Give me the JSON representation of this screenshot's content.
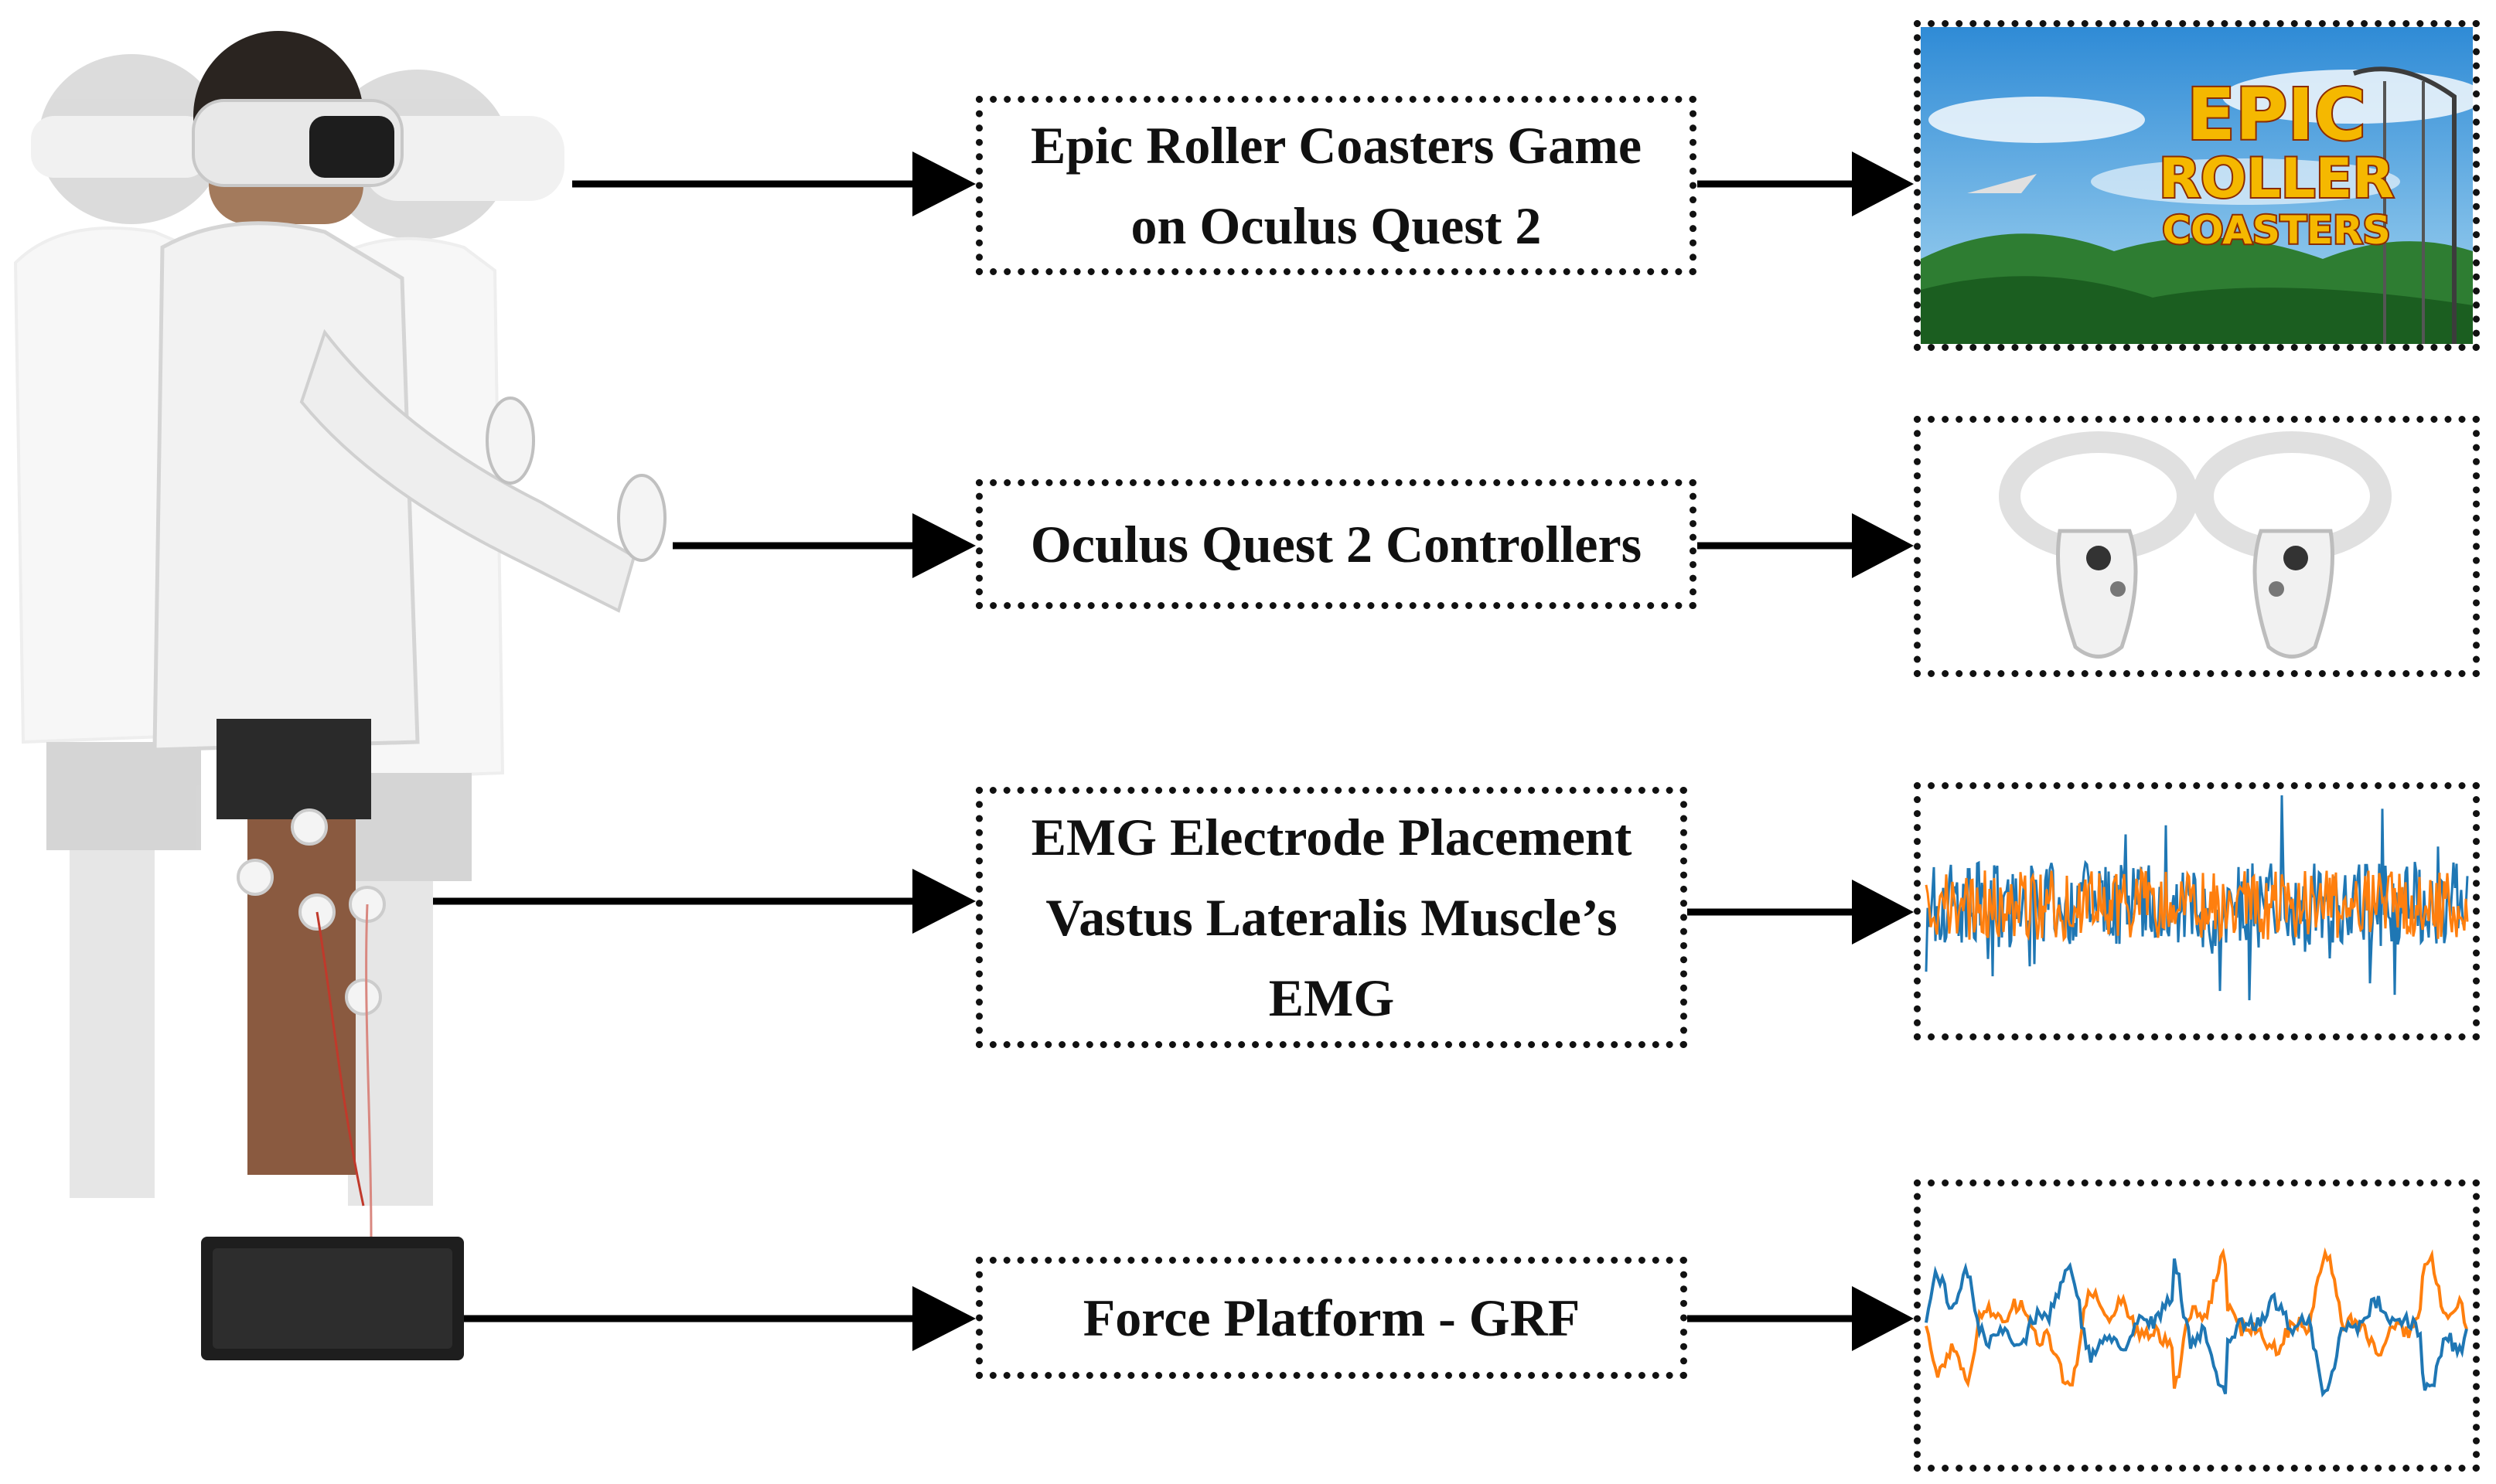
{
  "flow": [
    {
      "id": "headset",
      "lines": [
        "Epic Roller Coasters Game",
        "on Oculus Quest 2"
      ],
      "output": "game-screenshot"
    },
    {
      "id": "controllers",
      "lines": [
        "Oculus Quest 2 Controllers"
      ],
      "output": "controllers-image"
    },
    {
      "id": "emg",
      "lines": [
        "EMG Electrode Placement",
        "Vastus Lateralis Muscle’s",
        "EMG"
      ],
      "output": "emg-signal-plot"
    },
    {
      "id": "force",
      "lines": [
        "Force Platform - GRF"
      ],
      "output": "grf-signal-plot"
    }
  ],
  "game_logo": {
    "line1": "EPIC",
    "line2": "ROLLER",
    "line3": "COASTERS"
  },
  "colors": {
    "arrow": "#000000",
    "emg_series_1": "#1f77b4",
    "emg_series_2": "#ff7f0e",
    "grf_series_1": "#1f77b4",
    "grf_series_2": "#ff7f0e"
  }
}
